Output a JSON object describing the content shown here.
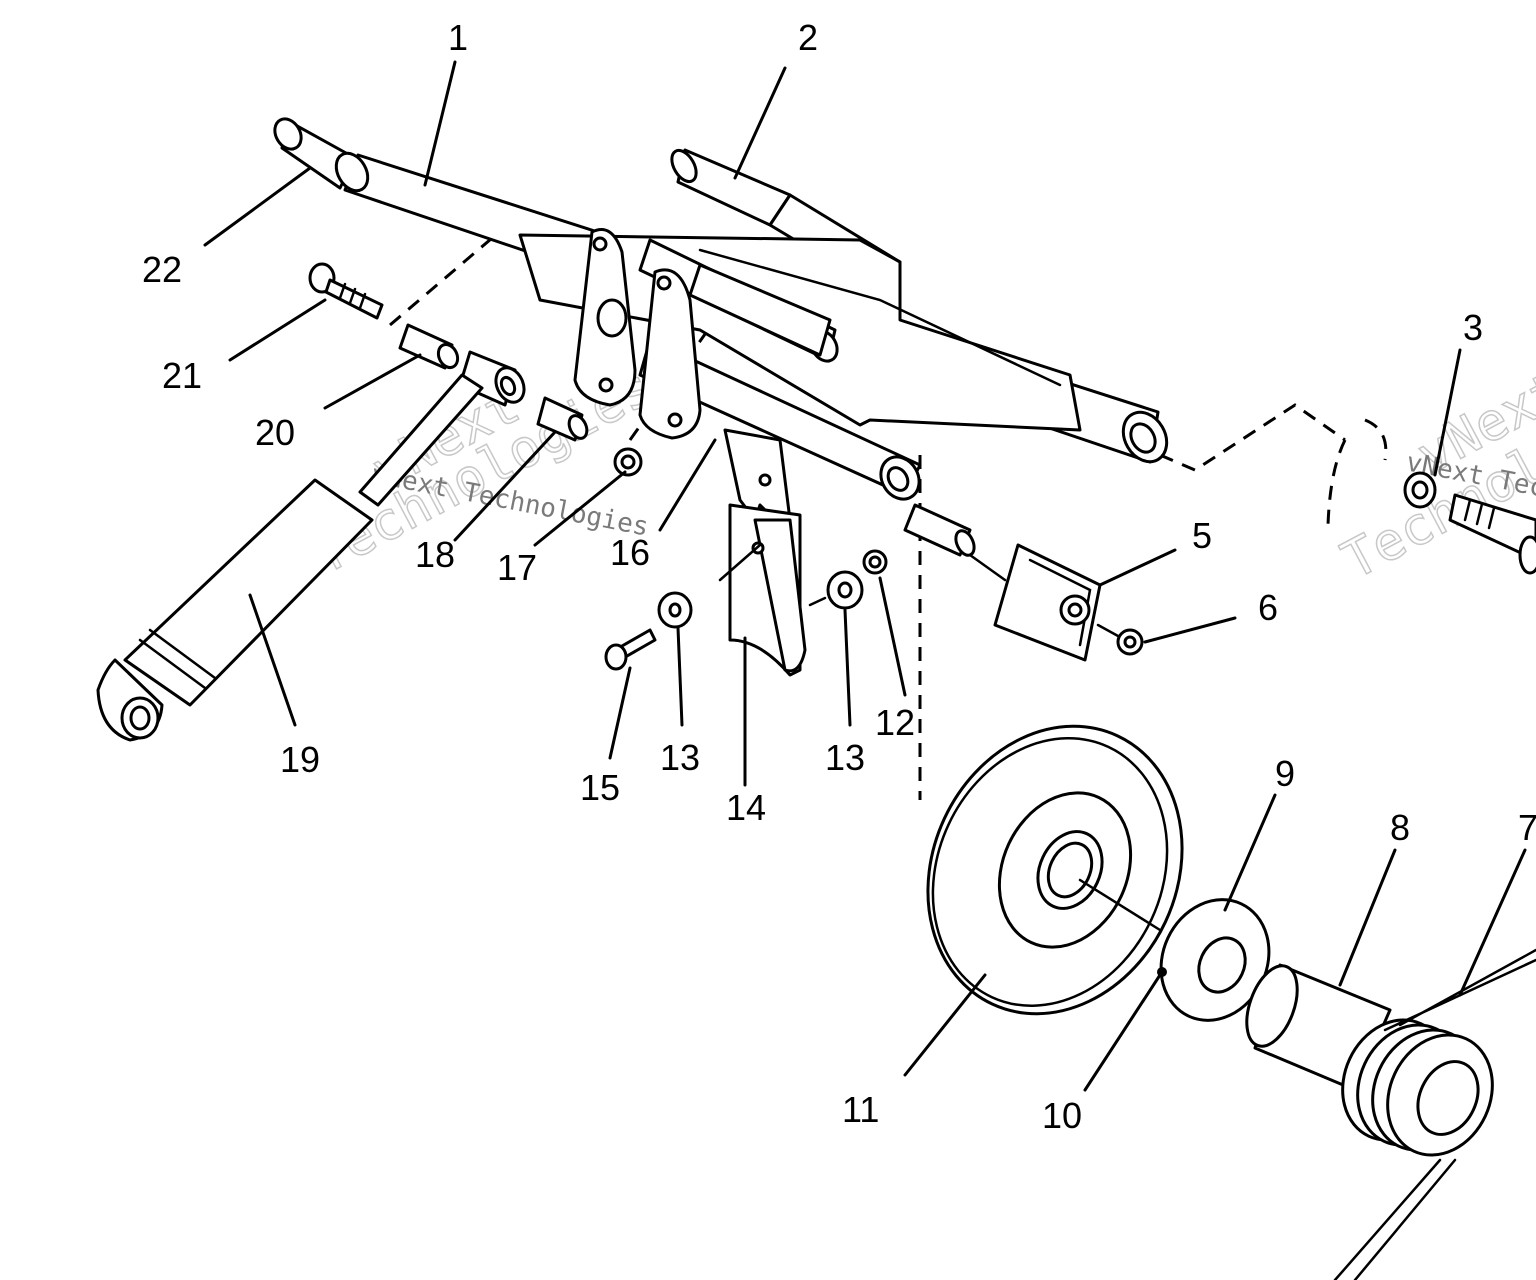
{
  "callouts": [
    {
      "id": "1",
      "text": "1"
    },
    {
      "id": "2",
      "text": "2"
    },
    {
      "id": "3",
      "text": "3"
    },
    {
      "id": "5",
      "text": "5"
    },
    {
      "id": "6",
      "text": "6"
    },
    {
      "id": "7",
      "text": "7"
    },
    {
      "id": "8",
      "text": "8"
    },
    {
      "id": "9",
      "text": "9"
    },
    {
      "id": "10",
      "text": "10"
    },
    {
      "id": "11",
      "text": "11"
    },
    {
      "id": "12",
      "text": "12"
    },
    {
      "id": "13a",
      "text": "13"
    },
    {
      "id": "13b",
      "text": "13"
    },
    {
      "id": "14",
      "text": "14"
    },
    {
      "id": "15",
      "text": "15"
    },
    {
      "id": "16",
      "text": "16"
    },
    {
      "id": "17",
      "text": "17"
    },
    {
      "id": "18",
      "text": "18"
    },
    {
      "id": "19",
      "text": "19"
    },
    {
      "id": "20",
      "text": "20"
    },
    {
      "id": "21",
      "text": "21"
    },
    {
      "id": "22",
      "text": "22"
    }
  ],
  "watermark": {
    "brand": "vNext",
    "suffix": "Technologies",
    "full": "vNext Technologies"
  }
}
